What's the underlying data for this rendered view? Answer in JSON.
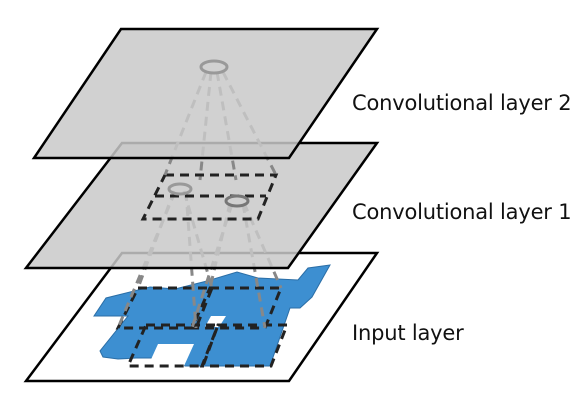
{
  "diagram": {
    "labels": {
      "conv2": "Convolutional layer 2",
      "conv1": "Convolutional layer 1",
      "input": "Input layer"
    },
    "colors": {
      "plane_gray": "#cccccc",
      "plane_white": "#ffffff",
      "shape_blue": "#3d8fd1",
      "outline": "#000000",
      "dashed_dark": "#222222",
      "dashed_gray": "#888888",
      "neuron_gray": "#999999",
      "neuron_dark": "#777777"
    }
  }
}
